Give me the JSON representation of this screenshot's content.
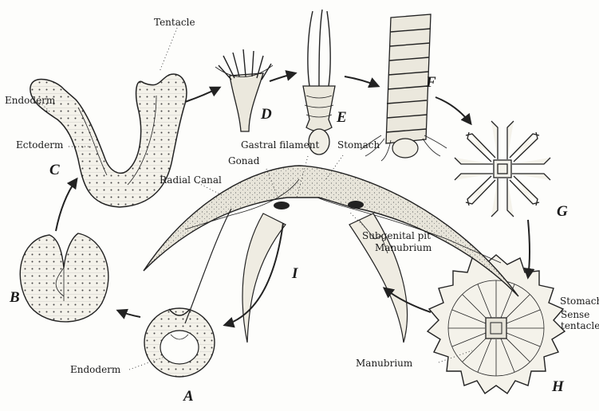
{
  "labels": {
    "tentacle": "Tentacle",
    "endoderm_top": "Endoderm",
    "ectoderm": "Ectoderm",
    "radial_canal": "Radial Canal",
    "gastral_filament": "Gastral filament",
    "gonad": "Gonad",
    "stomach_center": "Stomach",
    "subgenital_pit": "Subgenital pit",
    "manubrium_right": "Manubrium",
    "stomach_right": "Stomach",
    "sense_tentacle": "Sense\ntentacle",
    "manubrium_bottom": "Manubrium",
    "endoderm_bottom": "Endoderm"
  },
  "stages": {
    "A": "A",
    "B": "B",
    "C": "C",
    "D": "D",
    "E": "E",
    "F": "F",
    "G": "G",
    "H": "H",
    "I": "I"
  }
}
